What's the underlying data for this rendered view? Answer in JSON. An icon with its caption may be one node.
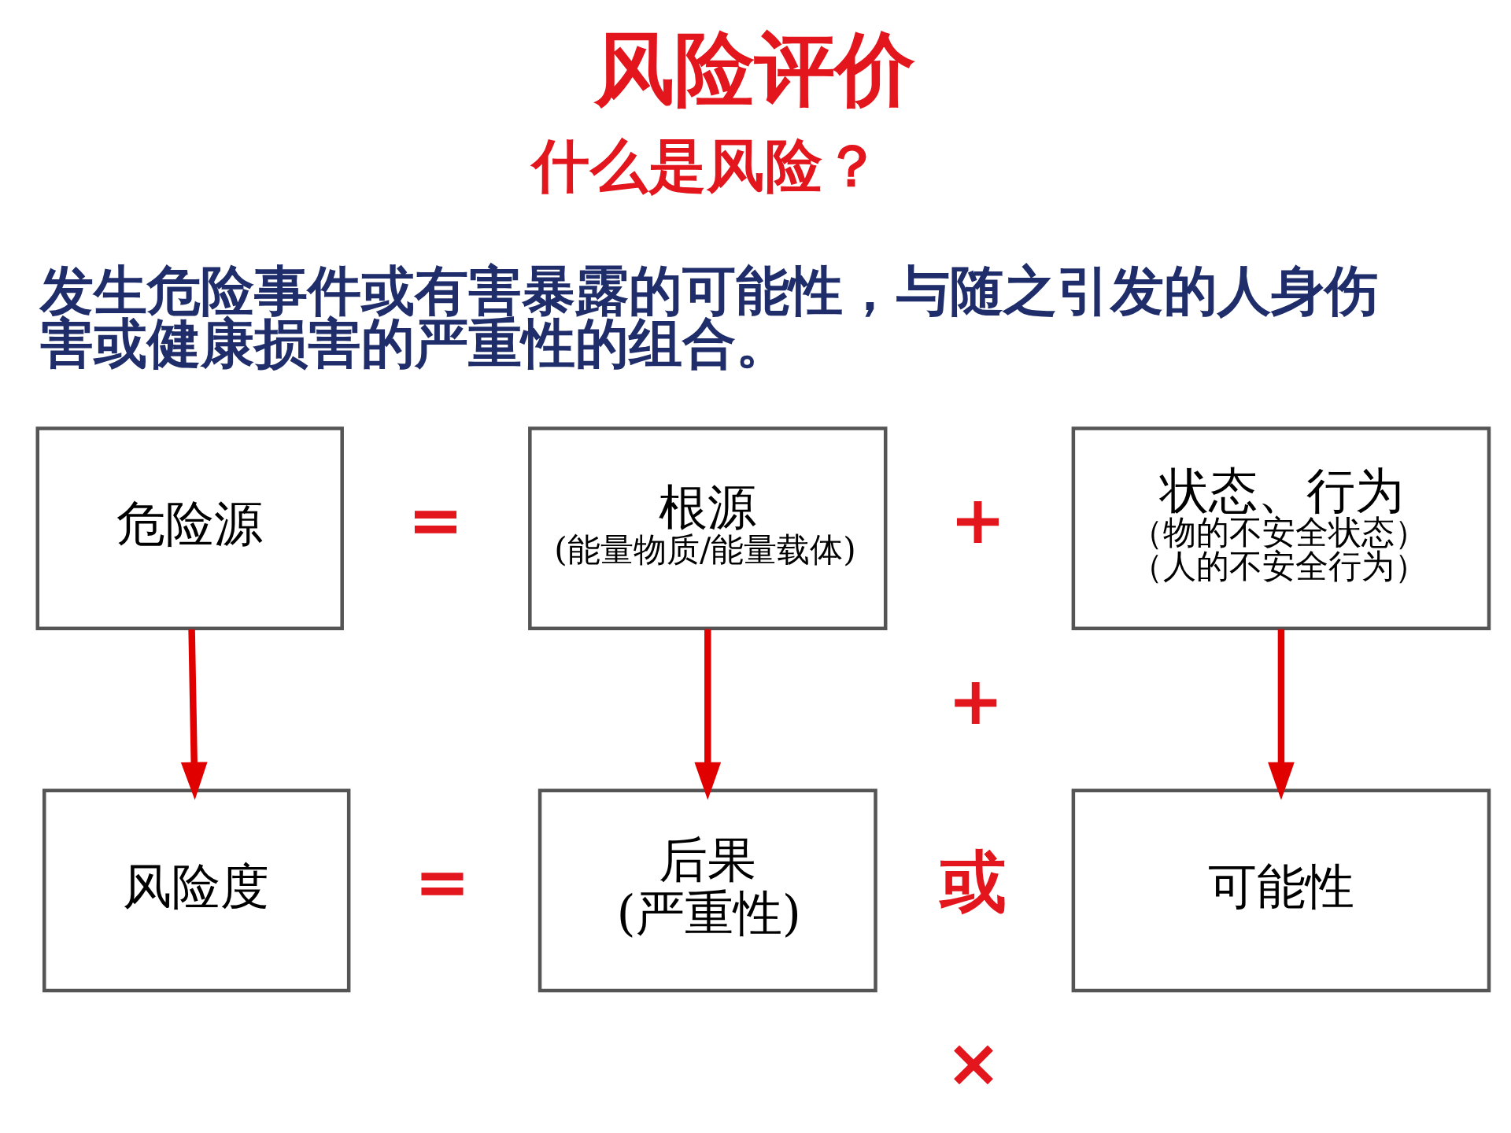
{
  "diagram": {
    "title": "风险评价",
    "nodes": [
      {
        "text": [
          "危险源"
        ]
      },
      {
        "text": [
          "根源",
          "(能量物质/能量载体)"
        ]
      },
      {
        "text": [
          "状态、行为",
          "（物的不安全状态）",
          "（人的不安全行为）"
        ]
      },
      {
        "text": [
          "风险度"
        ]
      },
      {
        "text": [
          "后果",
          "(严重性)"
        ]
      },
      {
        "text": [
          "可能性"
        ]
      }
    ],
    "edges": [
      {
        "from": 0,
        "to": 3,
        "arrow": "to"
      },
      {
        "from": 1,
        "to": 4,
        "arrow": "to"
      },
      {
        "from": 2,
        "to": 5,
        "arrow": "to"
      }
    ],
    "labels": [
      "什么是风险？",
      "发生危险事件或有害暴露的可能性，与随之引发的人身伤害或健康损害的严重性的组合。",
      "=",
      "+",
      "=",
      "+",
      "或",
      "×"
    ]
  }
}
